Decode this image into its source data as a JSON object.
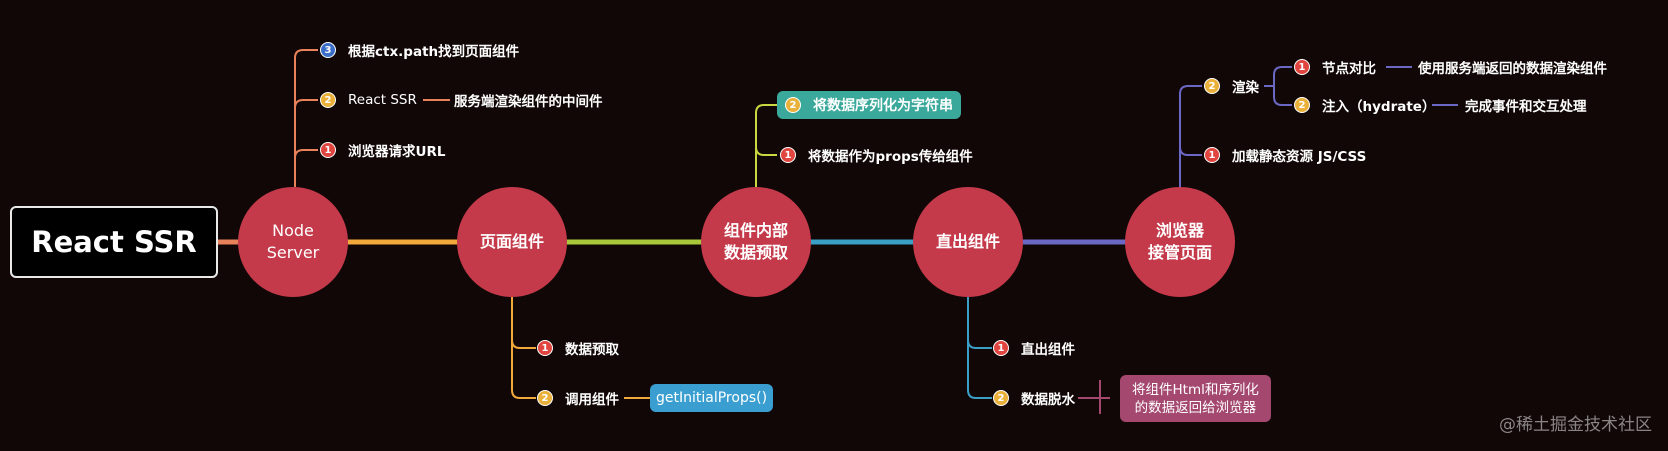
{
  "root": {
    "label": "React SSR"
  },
  "nodes": [
    {
      "label": "Node\nServer"
    },
    {
      "label": "页面组件"
    },
    {
      "label": "组件内部\n数据预取"
    },
    {
      "label": "直出组件"
    },
    {
      "label": "浏览器\n接管页面"
    }
  ],
  "node_server": {
    "items": [
      {
        "num": "3",
        "label": "根据ctx.path找到页面组件"
      },
      {
        "num": "2",
        "label": "React SSR",
        "child": "服务端渲染组件的中间件"
      },
      {
        "num": "1",
        "label": "浏览器请求URL"
      }
    ]
  },
  "page_component": {
    "items": [
      {
        "num": "1",
        "label": "数据预取"
      },
      {
        "num": "2",
        "label": "调用组件",
        "child": "getInitialProps()"
      }
    ]
  },
  "prefetch": {
    "items": [
      {
        "num": "2",
        "label": "将数据序列化为字符串"
      },
      {
        "num": "1",
        "label": "将数据作为props传给组件"
      }
    ]
  },
  "direct": {
    "items": [
      {
        "num": "1",
        "label": "直出组件"
      },
      {
        "num": "2",
        "label": "数据脱水",
        "child_line1": "将组件Html和序列化",
        "child_line2": "的数据返回给浏览器"
      }
    ]
  },
  "browser": {
    "render": {
      "num": "2",
      "label": "渲染"
    },
    "render_children": [
      {
        "num": "1",
        "label": "节点对比",
        "child": "使用服务端返回的数据渲染组件"
      },
      {
        "num": "2",
        "label": "注入（hydrate）",
        "child": "完成事件和交互处理"
      }
    ],
    "load": {
      "num": "1",
      "label": "加载静态资源 JS/CSS"
    }
  },
  "colors": {
    "background": "#120707",
    "node": "#c43a4a",
    "seg1": "#e8825a",
    "seg2": "#f0a93a",
    "seg3": "#a8c83a",
    "seg4": "#3a9fc4",
    "seg5": "#6a68c4",
    "teal_box": "#3aa89a",
    "blue_box": "#3a9fd0",
    "mauve_box": "#a44870"
  },
  "watermark": "@稀土掘金技术社区"
}
